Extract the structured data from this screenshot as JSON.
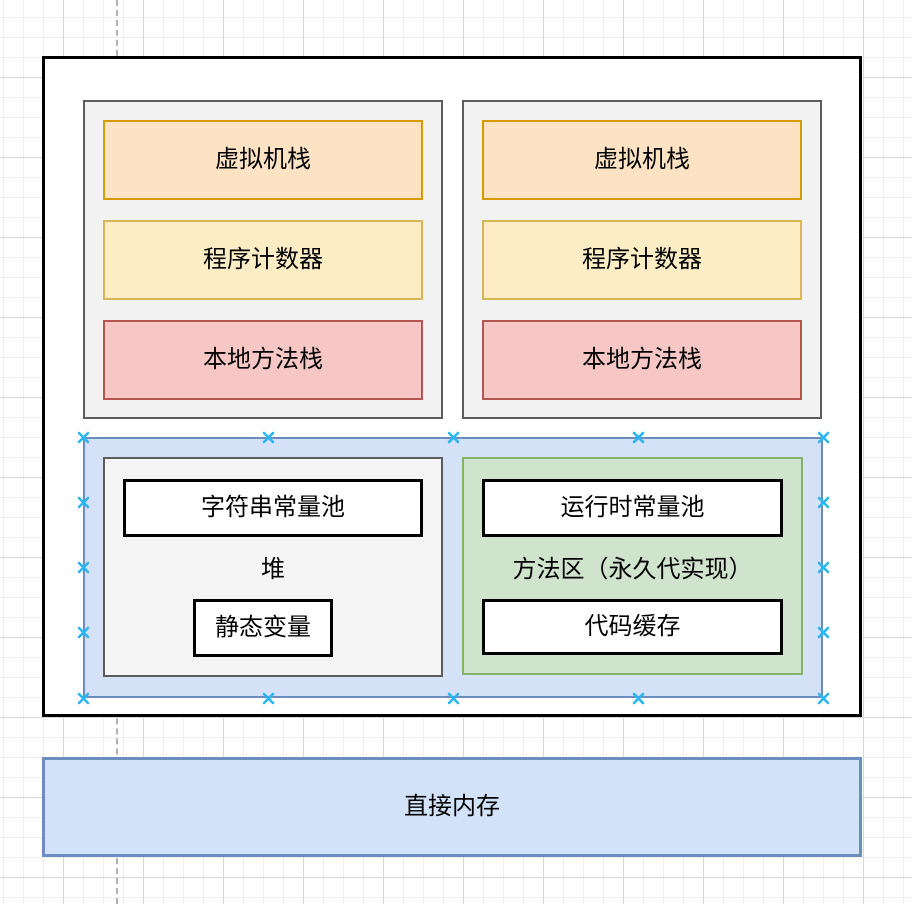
{
  "stack_items": [
    {
      "label": "虚拟机栈",
      "fill": "#fde3c4",
      "border": "#d79b00"
    },
    {
      "label": "程序计数器",
      "fill": "#fcedc4",
      "border": "#d6b656"
    },
    {
      "label": "本地方法栈",
      "fill": "#f6c7c5",
      "border": "#b85450"
    }
  ],
  "heap": {
    "string_pool_label": "字符串常量池",
    "name_label": "堆",
    "static_vars_label": "静态变量",
    "fill": "#f5f5f5",
    "border": "#5c5c5c"
  },
  "method_area": {
    "runtime_pool_label": "运行时常量池",
    "name_label": "方法区（永久代实现）",
    "code_cache_label": "代码缓存",
    "fill": "#d0e3cd",
    "border": "#82b366"
  },
  "heap_method_container": {
    "fill": "#d4e1f7",
    "border": "#6c8ebf",
    "connection_point_color": "#29b6f2"
  },
  "direct_memory": {
    "label": "直接内存",
    "fill": "#d2e2f8",
    "border": "#6c8ebf"
  }
}
